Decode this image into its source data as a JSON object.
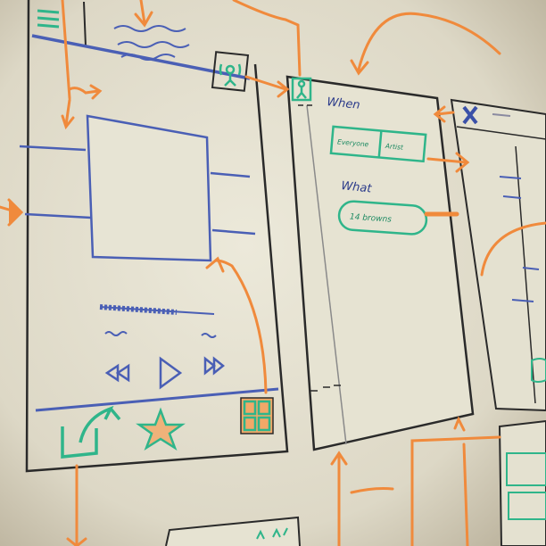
{
  "colors": {
    "whiteboard": "#e9e6d6",
    "ink_black": "#2a2a2a",
    "ink_blue": "#4a5fb5",
    "ink_green": "#2fb58a",
    "ink_orange": "#f08a3c"
  },
  "middle_panel": {
    "when_label": "When",
    "segment_left": "Everyone",
    "segment_right": "Artist",
    "what_label": "What",
    "pill_label": "14 browns"
  },
  "left_panel": {
    "header_icon": "person-icon",
    "player_controls": [
      "rewind-icon",
      "play-icon",
      "forward-icon"
    ],
    "footer_icons": [
      "share-icon",
      "star-icon",
      "grid-icon"
    ]
  }
}
